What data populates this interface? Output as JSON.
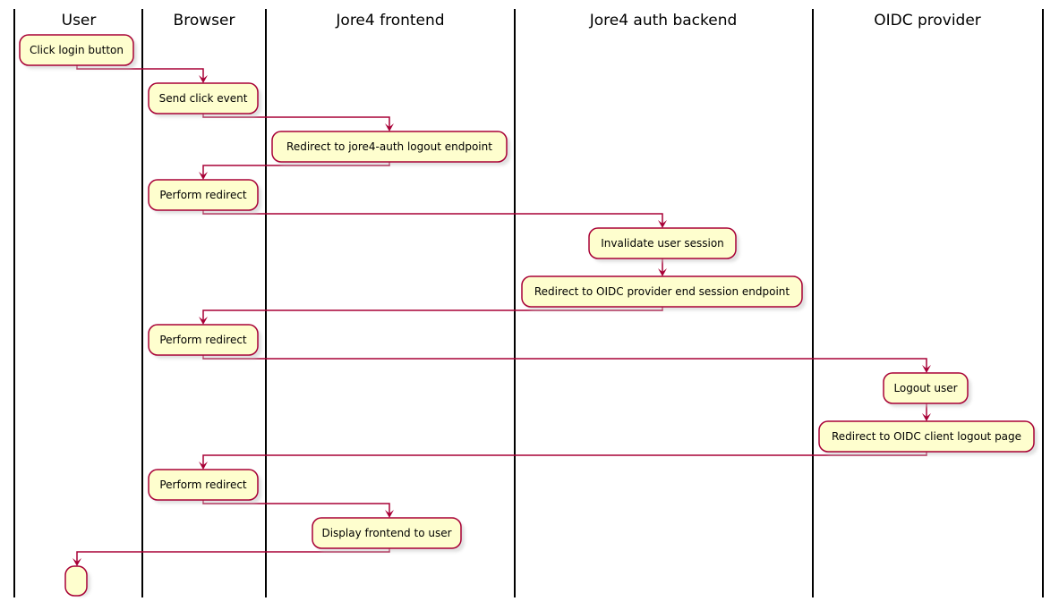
{
  "lanes": {
    "user": "User",
    "browser": "Browser",
    "frontend": "Jore4 frontend",
    "auth_backend": "Jore4 auth backend",
    "oidc_provider": "OIDC provider"
  },
  "activities": {
    "click_login": "Click login button",
    "send_click": "Send click event",
    "redirect_logout_endpoint": "Redirect to jore4-auth logout endpoint",
    "perform_redirect_1": "Perform redirect",
    "invalidate_session": "Invalidate user session",
    "redirect_end_session": "Redirect to OIDC provider end session endpoint",
    "perform_redirect_2": "Perform redirect",
    "logout_user": "Logout user",
    "redirect_client_logout": "Redirect to OIDC client logout page",
    "perform_redirect_3": "Perform redirect",
    "display_frontend": "Display frontend to user",
    "end_state": ""
  },
  "colors": {
    "activity_fill": "#FEFECE",
    "activity_border": "#A80036",
    "arrow": "#A80036",
    "lane_separator": "#000000"
  }
}
